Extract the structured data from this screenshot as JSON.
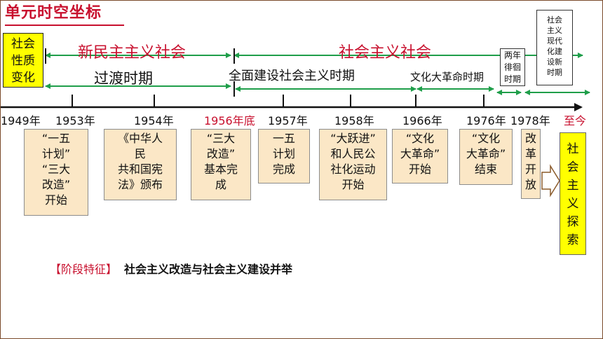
{
  "title": "单元时空坐标",
  "nature_box": "社会\n性质\n变化",
  "eras": {
    "new_democracy": "新民主主义社会",
    "socialism": "社会主义社会"
  },
  "periods": {
    "transition": "过渡时期",
    "full_construction": "全面建设社会主义时期",
    "cultural_revolution": "文化大革命时期",
    "two_years": "两年\n徘徊\n时期",
    "new_period": "社会\n主义\n现代\n化建\n设新\n时期"
  },
  "years": [
    "1949年",
    "1953年",
    "1954年",
    "1956年底",
    "1957年",
    "1958年",
    "1966年",
    "1976年",
    "1978年",
    "至今"
  ],
  "events": [
    "“一五\n计划”\n“三大\n改造”\n开始",
    "《中华人\n民\n共和国宪\n法》颁布",
    "“三大\n改造”\n基本完\n成",
    "一五\n计划\n完成",
    "“大跃进”\n和人民公\n社化运动\n开始",
    "“文化\n大革命”\n开始",
    "“文化\n大革命”\n结束",
    "改\n革\n开\n放"
  ],
  "final_box": "社\n会\n主\n义\n探\n索",
  "feature": {
    "tag": "【阶段特征】",
    "text": "社会主义改造与社会主义建设并举"
  },
  "colors": {
    "era_text": "#c8102e",
    "arrow_green": "#1f9e4a",
    "event_fill": "#fbe7c6",
    "highlight_yellow": "#ffff00"
  }
}
